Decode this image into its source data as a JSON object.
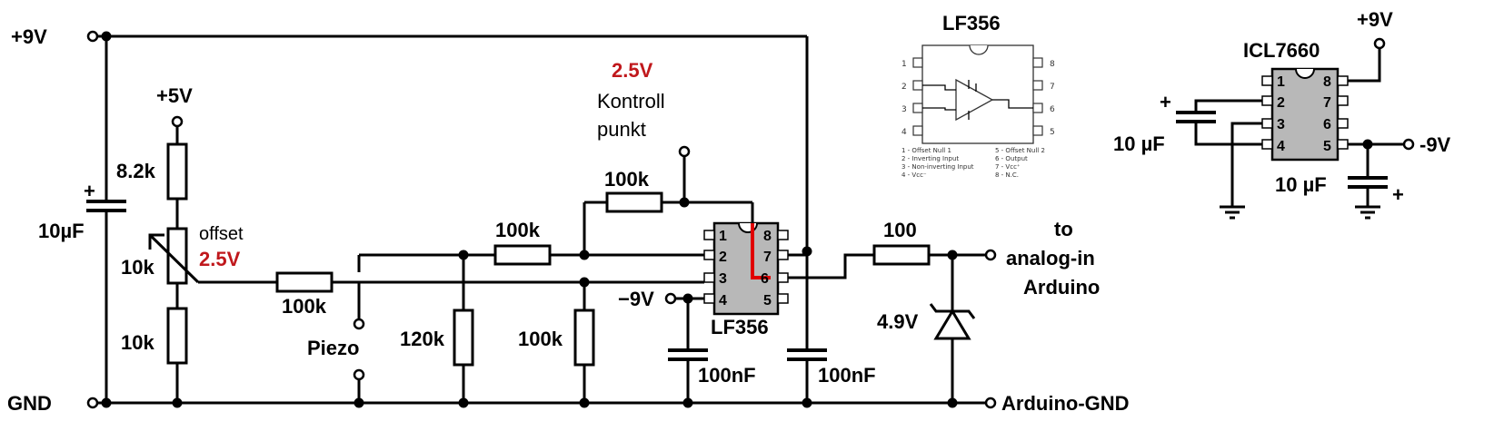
{
  "rails": {
    "vplus9": "+9V",
    "gnd": "GND",
    "vplus5": "+5V",
    "vminus9": "−9V"
  },
  "components": {
    "cap_main": "10µF",
    "cap_main_pol": "+",
    "r_82k": "8.2k",
    "pot_10k": "10k",
    "r_10k_low": "10k",
    "offset_label": "offset",
    "offset_value": "2.5V",
    "r_in": "100k",
    "piezo": "Piezo",
    "r_120k": "120k",
    "r_feed_in": "100k",
    "r_bias": "100k",
    "r_fb": "100k",
    "control_value": "2.5V",
    "control_line1": "Kontroll",
    "control_line2": "punkt",
    "c_100nf_1": "100nF",
    "c_100nf_2": "100nF",
    "r_100": "100",
    "zener": "4.9V",
    "out_line1": "to",
    "out_line2": "analog-in",
    "out_line3": "Arduino",
    "arduino_gnd": "Arduino-GND",
    "ic_main_label": "LF356",
    "pins_left": [
      "1",
      "2",
      "3",
      "4"
    ],
    "pins_right": [
      "8",
      "7",
      "6",
      "5"
    ]
  },
  "lf356_ref": {
    "title": "LF356",
    "pins_left": [
      "1",
      "2",
      "3",
      "4"
    ],
    "pins_right": [
      "8",
      "7",
      "6",
      "5"
    ],
    "legend_left": [
      "1 - Offset Null 1",
      "2 - Inverting Input",
      "3 - Non-inverting Input",
      "4 - Vcc⁻"
    ],
    "legend_right": [
      "5 - Offset Null 2",
      "6 - Output",
      "7 - Vcc⁺",
      "8 - N.C."
    ]
  },
  "icl7660": {
    "title": "ICL7660",
    "vplus": "+9V",
    "vminus": "-9V",
    "cap1": "10 µF",
    "cap1_pol": "+",
    "cap2": "10 µF",
    "cap2_pol": "+",
    "pins_left": [
      "1",
      "2",
      "3",
      "4"
    ],
    "pins_right": [
      "8",
      "7",
      "6",
      "5"
    ]
  }
}
